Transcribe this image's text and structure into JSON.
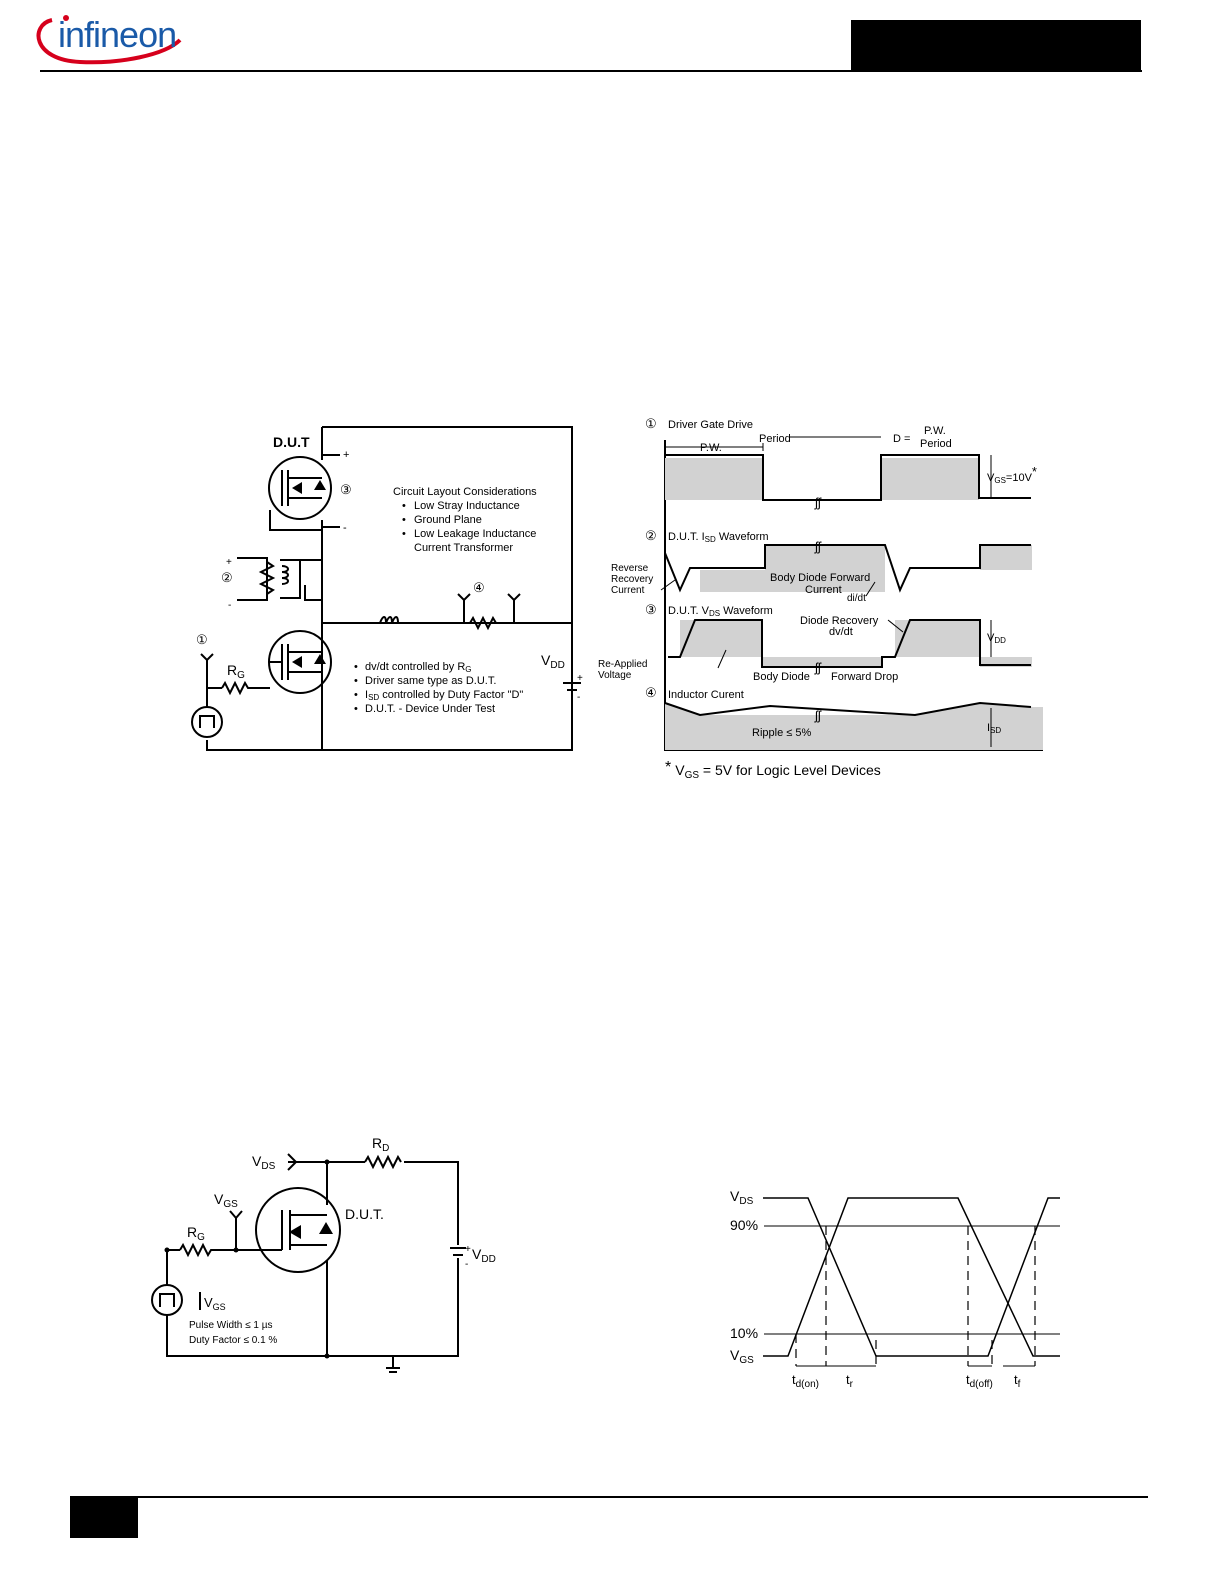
{
  "header": {
    "logo_text": "infineon",
    "brand_color": "#1a5aa8"
  },
  "figure1_circuit": {
    "dut_label": "D.U.T",
    "considerations_title": "Circuit Layout Considerations",
    "considerations": [
      "Low Stray Inductance",
      "Ground Plane",
      "Low Leakage Inductance",
      "Current Transformer"
    ],
    "markers": [
      "①",
      "②",
      "③",
      "④"
    ],
    "rg": "R",
    "rg_sub": "G",
    "vdd": "V",
    "vdd_sub": "DD",
    "plus": "+",
    "minus": "-",
    "notes": [
      {
        "pre": "dv/dt controlled by R",
        "sub": "G",
        "post": ""
      },
      {
        "pre": "Driver same type as D.U.T.",
        "sub": "",
        "post": ""
      },
      {
        "pre": "I",
        "sub": "SD",
        "post": " controlled by Duty Factor \"D\""
      },
      {
        "pre": "D.U.T. - Device Under Test",
        "sub": "",
        "post": ""
      }
    ]
  },
  "figure1_waveforms": {
    "driver_gate_drive": "Driver Gate Drive",
    "period": "Period",
    "pw": "P.W.",
    "d_eq": "D =",
    "d_num": "P.W.",
    "d_den": "Period",
    "vgs_label": "V",
    "vgs_sub": "GS",
    "vgs_value": "=10V",
    "vgs_star": "*",
    "isd_wave_pre": "D.U.T. I",
    "isd_wave_sub": "SD",
    "isd_wave_post": " Waveform",
    "reverse_recovery": [
      "Reverse",
      "Recovery",
      "Current"
    ],
    "body_diode_forward": "Body  Diode  Forward",
    "current": "Current",
    "didt": "di/dt",
    "vds_wave_pre": "D.U.T. V",
    "vds_wave_sub": "DS",
    "vds_wave_post": " Waveform",
    "diode_recovery": "Diode  Recovery",
    "dvdt": "dv/dt",
    "vdd_label": "V",
    "vdd_sub": "DD",
    "reapplied": [
      "Re-Applied",
      "Voltage"
    ],
    "body_diode": "Body  Diode",
    "forward_drop": "Forward  Drop",
    "inductor_current": "Inductor Curent",
    "ripple": "Ripple  ≤  5%",
    "isd_label": "I",
    "isd_sub": "SD",
    "footnote_star": "*",
    "footnote_v": "V",
    "footnote_sub": "GS",
    "footnote_post": " = 5V for Logic Level Devices"
  },
  "figure2_circuit": {
    "vds": "V",
    "vds_sub": "DS",
    "rd": "R",
    "rd_sub": "D",
    "vgs": "V",
    "vgs_sub": "GS",
    "dut": "D.U.T.",
    "rg": "R",
    "rg_sub": "G",
    "vdd": "V",
    "vdd_sub": "DD",
    "pulse_vgs": "V",
    "pulse_vgs_sub": "GS",
    "pulse_width": "Pulse Width ≤ 1 µs",
    "duty_factor": "Duty Factor ≤ 0.1 %",
    "plus": "+",
    "minus": "-"
  },
  "figure2_waveform": {
    "vds": "V",
    "vds_sub": "DS",
    "p90": "90%",
    "p10": "10%",
    "vgs": "V",
    "vgs_sub": "GS",
    "tdon": "t",
    "tdon_sub": "d(on)",
    "tr": "t",
    "tr_sub": "r",
    "tdoff": "t",
    "tdoff_sub": "d(off)",
    "tf": "t",
    "tf_sub": "f"
  }
}
